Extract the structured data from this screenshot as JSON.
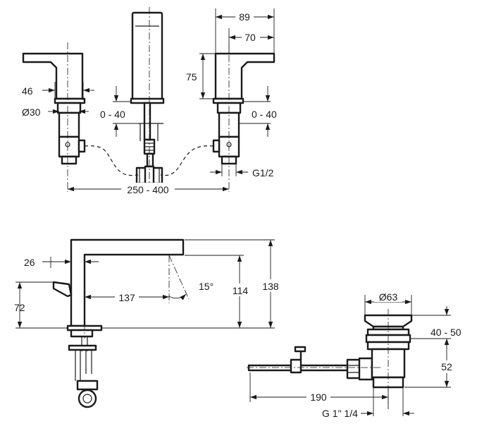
{
  "dimensions": {
    "d_89": "89",
    "d_70": "70",
    "d_75": "75",
    "d_46": "46",
    "d_dia30": "Ø30",
    "d_040_left": "0 - 40",
    "d_040_right": "0 - 40",
    "d_g12": "G1/2",
    "d_250_400": "250 - 400",
    "d_26": "26",
    "d_72": "72",
    "d_137": "137",
    "d_15deg": "15°",
    "d_114": "114",
    "d_138": "138",
    "d_dia63": "Ø63",
    "d_4050": "40 - 50",
    "d_52": "52",
    "d_190": "190",
    "d_g114": "G 1\" 1/4"
  }
}
